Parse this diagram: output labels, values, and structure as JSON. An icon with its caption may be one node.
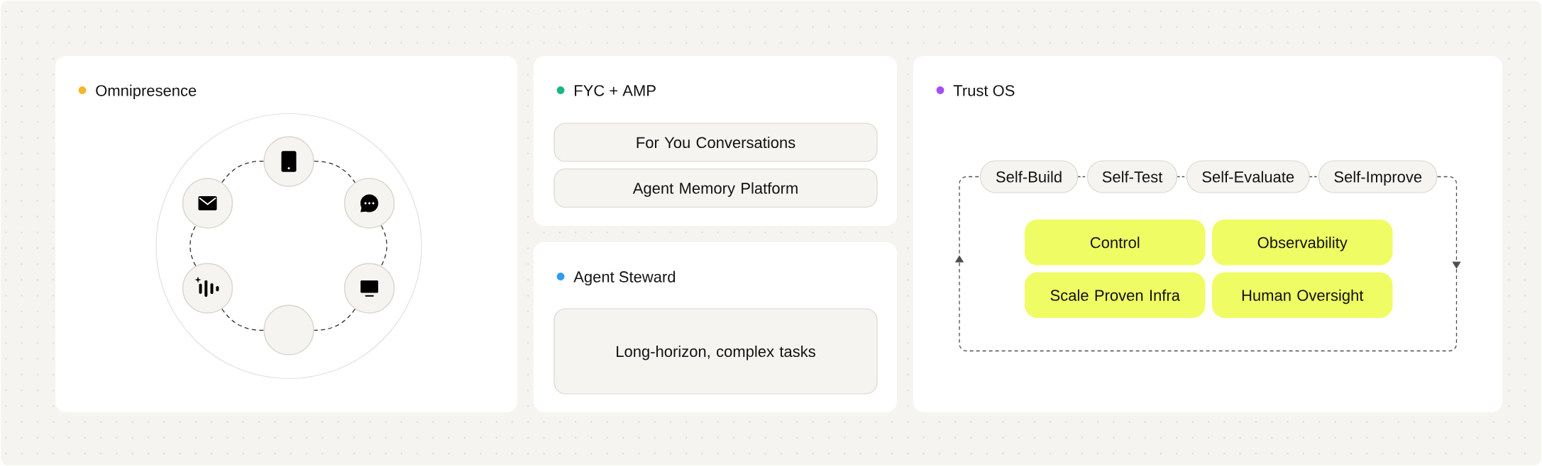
{
  "diagram": {
    "nodes": [
      {
        "text": [
          "Omnipresence"
        ]
      },
      {
        "text": [],
        "shape": "circle",
        "in": 0
      },
      {
        "text": [],
        "shape": "circle",
        "in": 0
      },
      {
        "text": [],
        "shape": "circle",
        "in": 0
      },
      {
        "text": [],
        "shape": "circle",
        "in": 0
      },
      {
        "text": [],
        "shape": "circle",
        "in": 0
      },
      {
        "text": [],
        "shape": "circle",
        "in": 0
      },
      {
        "text": [
          "FYC + AMP"
        ]
      },
      {
        "text": [
          "For You Conversations"
        ],
        "in": 7
      },
      {
        "text": [
          "Agent Memory Platform"
        ],
        "in": 7
      },
      {
        "text": [
          "Agent Steward"
        ]
      },
      {
        "text": [
          "Long-horizon, complex tasks"
        ],
        "in": 10
      },
      {
        "text": [
          "Trust OS"
        ]
      },
      {
        "text": [
          "Self-Build"
        ],
        "in": 12
      },
      {
        "text": [
          "Self-Test"
        ],
        "in": 12
      },
      {
        "text": [
          "Self-Evaluate"
        ],
        "in": 12
      },
      {
        "text": [
          "Self-Improve"
        ],
        "in": 12
      },
      {
        "text": [
          "Control"
        ],
        "in": 12
      },
      {
        "text": [
          "Observability"
        ],
        "in": 12
      },
      {
        "text": [
          "Scale Proven Infra"
        ],
        "in": 12
      },
      {
        "text": [
          "Human Oversight"
        ],
        "in": 12
      }
    ],
    "edges": [
      {
        "from": 1,
        "to": 3,
        "arrow": "none",
        "style": "dashed"
      },
      {
        "from": 3,
        "to": 5,
        "arrow": "none",
        "style": "dashed"
      },
      {
        "from": 5,
        "to": 6,
        "arrow": "none",
        "style": "dashed"
      },
      {
        "from": 6,
        "to": 4,
        "arrow": "none",
        "style": "dashed"
      },
      {
        "from": 4,
        "to": 2,
        "arrow": "none",
        "style": "dashed"
      },
      {
        "from": 2,
        "to": 1,
        "arrow": "none",
        "style": "dashed"
      },
      {
        "from": 13,
        "to": 14,
        "arrow": "none",
        "style": "dashed"
      },
      {
        "from": 14,
        "to": 15,
        "arrow": "none",
        "style": "dashed"
      },
      {
        "from": 15,
        "to": 16,
        "arrow": "none",
        "style": "dashed"
      },
      {
        "from": 16,
        "to": 13,
        "arrow": "to",
        "style": "dashed"
      }
    ]
  }
}
